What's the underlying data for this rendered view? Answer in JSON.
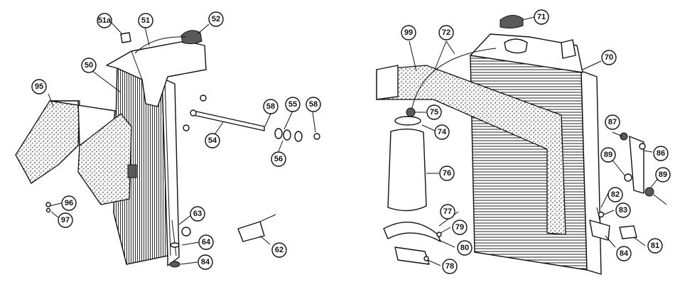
{
  "figure": {
    "left_callouts": [
      "51a",
      "51",
      "52",
      "50",
      "95",
      "58",
      "55",
      "58",
      "54",
      "56",
      "96",
      "97",
      "63",
      "64",
      "84",
      "62"
    ],
    "right_callouts": [
      "71",
      "99",
      "72",
      "70",
      "75",
      "74",
      "76",
      "87",
      "86",
      "89",
      "89",
      "82",
      "83",
      "77",
      "79",
      "80",
      "78",
      "84",
      "81"
    ]
  }
}
